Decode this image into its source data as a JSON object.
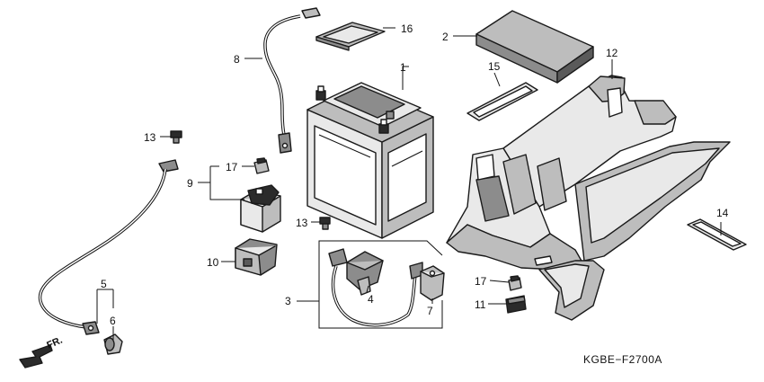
{
  "diagram": {
    "code": "KGBE−F2700A",
    "fr_label": "FR.",
    "callouts": {
      "c1": "1",
      "c2": "2",
      "c3": "3",
      "c4": "4",
      "c5": "5",
      "c6": "6",
      "c7": "7",
      "c8": "8",
      "c9": "9",
      "c10": "10",
      "c11": "11",
      "c12": "12",
      "c13a": "13",
      "c13b": "13",
      "c14": "14",
      "c15": "15",
      "c16": "16",
      "c17a": "17",
      "c17b": "17"
    }
  }
}
